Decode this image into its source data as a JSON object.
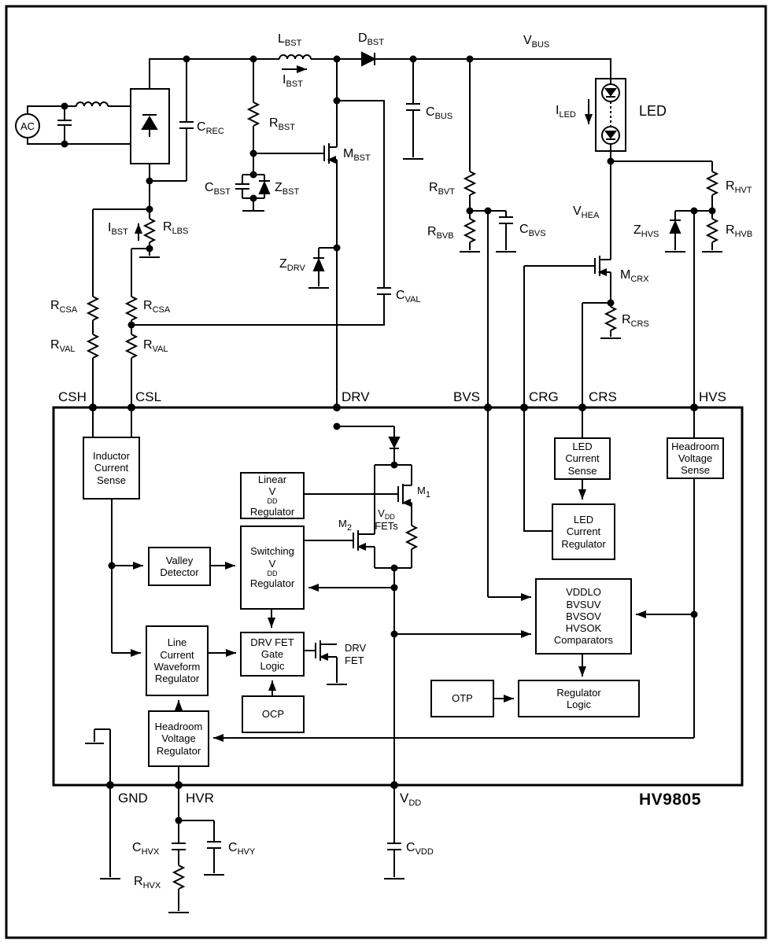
{
  "chip_label": "HV9805",
  "colors": {
    "line": "#000000",
    "background": "#ffffff",
    "text": "#000000"
  },
  "pins": {
    "csh": "CSH",
    "csl": "CSL",
    "drv": "DRV",
    "bvs": "BVS",
    "crg": "CRG",
    "crs": "CRS",
    "hvs": "HVS",
    "gnd": "GND",
    "hvr": "HVR",
    "vdd": {
      "m": "V",
      "s": "DD"
    }
  },
  "components": {
    "ac": "AC",
    "led": "LED",
    "lbst": {
      "m": "L",
      "s": "BST"
    },
    "ibst_top": {
      "m": "I",
      "s": "BST"
    },
    "dbst": {
      "m": "D",
      "s": "BST"
    },
    "vbus": {
      "m": "V",
      "s": "BUS"
    },
    "crec": {
      "m": "C",
      "s": "REC"
    },
    "rbst": {
      "m": "R",
      "s": "BST"
    },
    "cbst": {
      "m": "C",
      "s": "BST"
    },
    "zbst": {
      "m": "Z",
      "s": "BST"
    },
    "mbst": {
      "m": "M",
      "s": "BST"
    },
    "cbus": {
      "m": "C",
      "s": "BUS"
    },
    "zdrv": {
      "m": "Z",
      "s": "DRV"
    },
    "cval": {
      "m": "C",
      "s": "VAL"
    },
    "ibst_left": {
      "m": "I",
      "s": "BST"
    },
    "rlbs": {
      "m": "R",
      "s": "LBS"
    },
    "rcsa_left": {
      "m": "R",
      "s": "CSA"
    },
    "rcsa_right": {
      "m": "R",
      "s": "CSA"
    },
    "rval_left": {
      "m": "R",
      "s": "VAL"
    },
    "rval_right": {
      "m": "R",
      "s": "VAL"
    },
    "rbvt": {
      "m": "R",
      "s": "BVT"
    },
    "rbvb": {
      "m": "R",
      "s": "BVB"
    },
    "cbvs": {
      "m": "C",
      "s": "BVS"
    },
    "iled": {
      "m": "I",
      "s": "LED"
    },
    "vhea": {
      "m": "V",
      "s": "HEA"
    },
    "mcrx": {
      "m": "M",
      "s": "CRX"
    },
    "rcrs": {
      "m": "R",
      "s": "CRS"
    },
    "rhvt": {
      "m": "R",
      "s": "HVT"
    },
    "rhvb": {
      "m": "R",
      "s": "HVB"
    },
    "zhvs": {
      "m": "Z",
      "s": "HVS"
    },
    "chvx": {
      "m": "C",
      "s": "HVX"
    },
    "chvy": {
      "m": "C",
      "s": "HVY"
    },
    "rhvx": {
      "m": "R",
      "s": "HVX"
    },
    "cvdd": {
      "m": "C",
      "s": "VDD"
    },
    "m1": {
      "m": "M",
      "s": "1"
    },
    "m2": {
      "m": "M",
      "s": "2"
    },
    "vdd_fets": {
      "line1": {
        "m": "V",
        "s": "DD"
      },
      "line2": "FETs"
    },
    "drv_fet": {
      "line1": "DRV",
      "line2": "FET"
    }
  },
  "blocks": {
    "inductor_current_sense": [
      "Inductor",
      "Current",
      "Sense"
    ],
    "valley_detector": [
      "Valley",
      "Detector"
    ],
    "linear_vdd_regulator": {
      "l1": "Linear",
      "vm": "V",
      "vs": "DD",
      "l3": "Regulator"
    },
    "switching_vdd_regulator": {
      "l1": "Switching",
      "vm": "V",
      "vs": "DD",
      "l3": "Regulator"
    },
    "drv_fet_gate_logic": [
      "DRV FET",
      "Gate",
      "Logic"
    ],
    "ocp": "OCP",
    "line_current_waveform_regulator": [
      "Line",
      "Current",
      "Waveform",
      "Regulator"
    ],
    "headroom_voltage_regulator": [
      "Headroom",
      "Voltage",
      "Regulator"
    ],
    "led_current_sense": [
      "LED",
      "Current",
      "Sense"
    ],
    "led_current_regulator": [
      "LED",
      "Current",
      "Regulator"
    ],
    "headroom_voltage_sense": [
      "Headroom",
      "Voltage",
      "Sense"
    ],
    "comparators": [
      "VDDLO",
      "BVSUV",
      "BVSOV",
      "HVSOK",
      "Comparators"
    ],
    "otp": "OTP",
    "regulator_logic": [
      "Regulator",
      "Logic"
    ]
  }
}
